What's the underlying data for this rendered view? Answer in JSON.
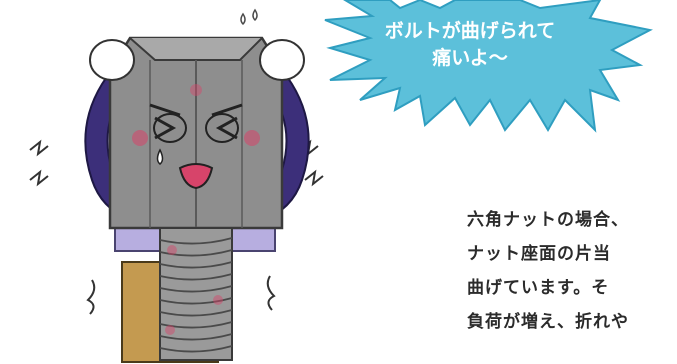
{
  "speech_bubble": {
    "line1": "ボルトが曲げられて",
    "line2": "痛いよ〜",
    "fill_color": "#5cc0da"
  },
  "body_text": {
    "lines": [
      "六角ナットの場合、",
      "ナット座面の片当",
      "曲げています。そ",
      "負荷が増え、折れや"
    ]
  },
  "colors": {
    "bolt_gray": "#8e8e8e",
    "bolt_dark": "#5a5a5a",
    "arm_purple": "#3c2f7a",
    "washer_lavender": "#b7aee0",
    "block_tan": "#c49a50",
    "cheek_pink": "#d7446a"
  }
}
